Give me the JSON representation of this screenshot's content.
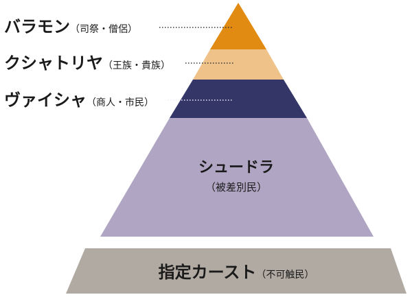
{
  "colors": {
    "brahmin": "#e28b12",
    "kshatriya": "#efc28a",
    "vaishya": "#353668",
    "shudra": "#b0a5c3",
    "outcaste": "#b1aaa3",
    "text": "#1a1a1a",
    "leader": "#333333"
  },
  "tiers": {
    "brahmin": {
      "name": "バラモン",
      "sub": "（司祭・僧侶）"
    },
    "kshatriya": {
      "name": "クシャトリヤ",
      "sub": "（王族・貴族）"
    },
    "vaishya": {
      "name": "ヴァイシャ",
      "sub": "（商人・市民）"
    },
    "shudra": {
      "name": "シュードラ",
      "sub": "（被差別民）"
    },
    "outcaste": {
      "name": "指定カースト",
      "sub": "（不可触民）"
    }
  }
}
